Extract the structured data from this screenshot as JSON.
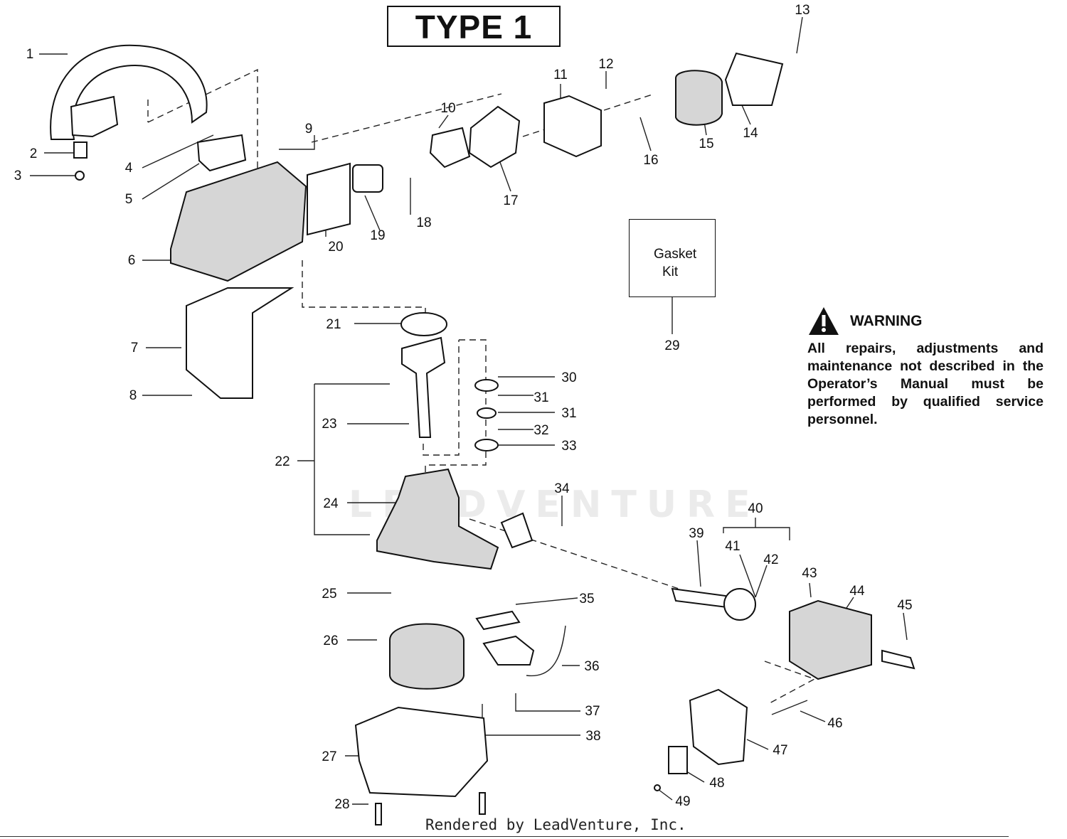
{
  "title": "TYPE 1",
  "gasket_kit": {
    "line1": "Gasket",
    "line2": "Kit",
    "ref": "29"
  },
  "warning": {
    "title": "WARNING",
    "text": "All repairs, adjustments and maintenance not described in the Operator’s Manual must be performed by qualified service personnel."
  },
  "watermark": "LEADVENTURE",
  "footer": "Rendered by LeadVenture, Inc.",
  "callouts": [
    "1",
    "2",
    "3",
    "4",
    "5",
    "6",
    "7",
    "8",
    "9",
    "10",
    "11",
    "12",
    "13",
    "14",
    "15",
    "16",
    "17",
    "18",
    "19",
    "20",
    "21",
    "22",
    "23",
    "24",
    "25",
    "26",
    "27",
    "28",
    "29",
    "30",
    "31",
    "31",
    "32",
    "33",
    "34",
    "35",
    "36",
    "37",
    "38",
    "39",
    "40",
    "41",
    "42",
    "43",
    "44",
    "45",
    "46",
    "47",
    "48",
    "49"
  ],
  "icons": [
    "warning-triangle-icon"
  ]
}
